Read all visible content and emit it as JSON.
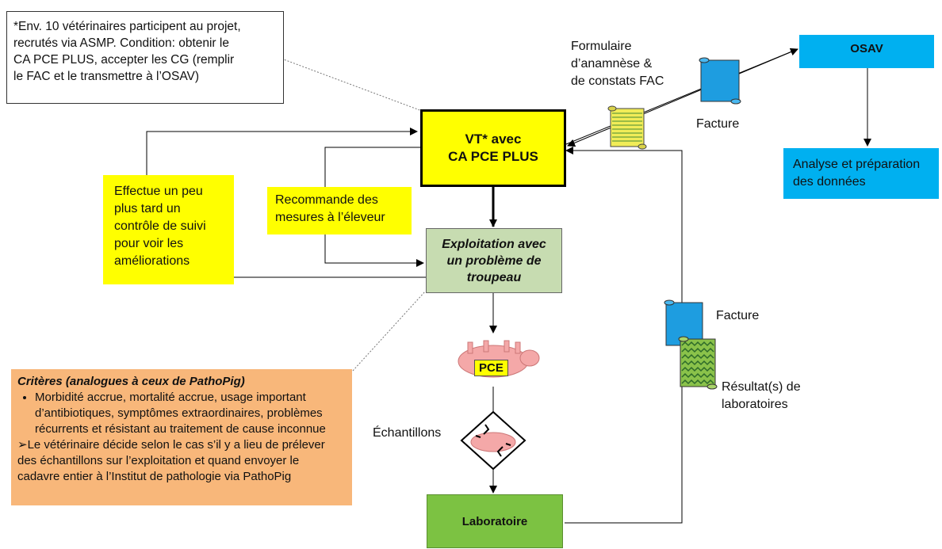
{
  "note_box": {
    "lines": [
      "*Env. 10 vétérinaires participent au projet,",
      "recrutés via ASMP. Condition: obtenir le",
      "CA PCE PLUS, accepter les CG (remplir",
      "le FAC et le transmettre à l’OSAV)"
    ]
  },
  "vt_box": {
    "line1": "VT* avec",
    "line2": "CA PCE PLUS"
  },
  "exploitation_box": {
    "line1": "Exploitation avec",
    "line2": "un problème de",
    "line3": "troupeau"
  },
  "followup_box": {
    "lines": [
      "Effectue un peu",
      "plus tard un",
      "contrôle de suivi",
      "pour voir les",
      "améliorations"
    ]
  },
  "recommend_box": {
    "lines": [
      "Recommande des",
      "mesures à l’éleveur"
    ]
  },
  "osav_box": {
    "label": "OSAV"
  },
  "analyse_box": {
    "lines": [
      "Analyse et préparation",
      "des données"
    ]
  },
  "laboratoire_box": {
    "label": "Laboratoire"
  },
  "formulaire_label": {
    "lines": [
      "Formulaire",
      "d’anamnèse &",
      "de constats FAC"
    ]
  },
  "facture_top_label": "Facture",
  "facture_right_label": "Facture",
  "resultats_label": {
    "lines": [
      "Résultat(s) de",
      "laboratoires"
    ]
  },
  "echantillons_label": "Échantillons",
  "pce_label": "PCE",
  "criteria_box": {
    "title": "Critères (analogues à ceux de PathoPig)",
    "bullet_lines": [
      "Morbidité accrue, mortalité accrue, usage important",
      "d’antibiotiques, symptômes extraordinaires, problèmes",
      "récurrents et résistant au traitement de cause inconnue"
    ],
    "arrow_lines": [
      "➢Le vétérinaire décide selon le cas s’il y a lieu de prélever",
      "des échantillons sur l’exploitation et quand envoyer le",
      "cadavre entier à l’Institut de pathologie via PathoPig"
    ]
  },
  "colors": {
    "yellow": "#ffff00",
    "light_green": "#c7dcb1",
    "blue": "#00b0f0",
    "green": "#7cc242",
    "orange": "#f8b77a",
    "pig": "#f4a8a8"
  },
  "icons": [
    "scroll-icon",
    "pig-icon",
    "sample-diamond-icon"
  ]
}
